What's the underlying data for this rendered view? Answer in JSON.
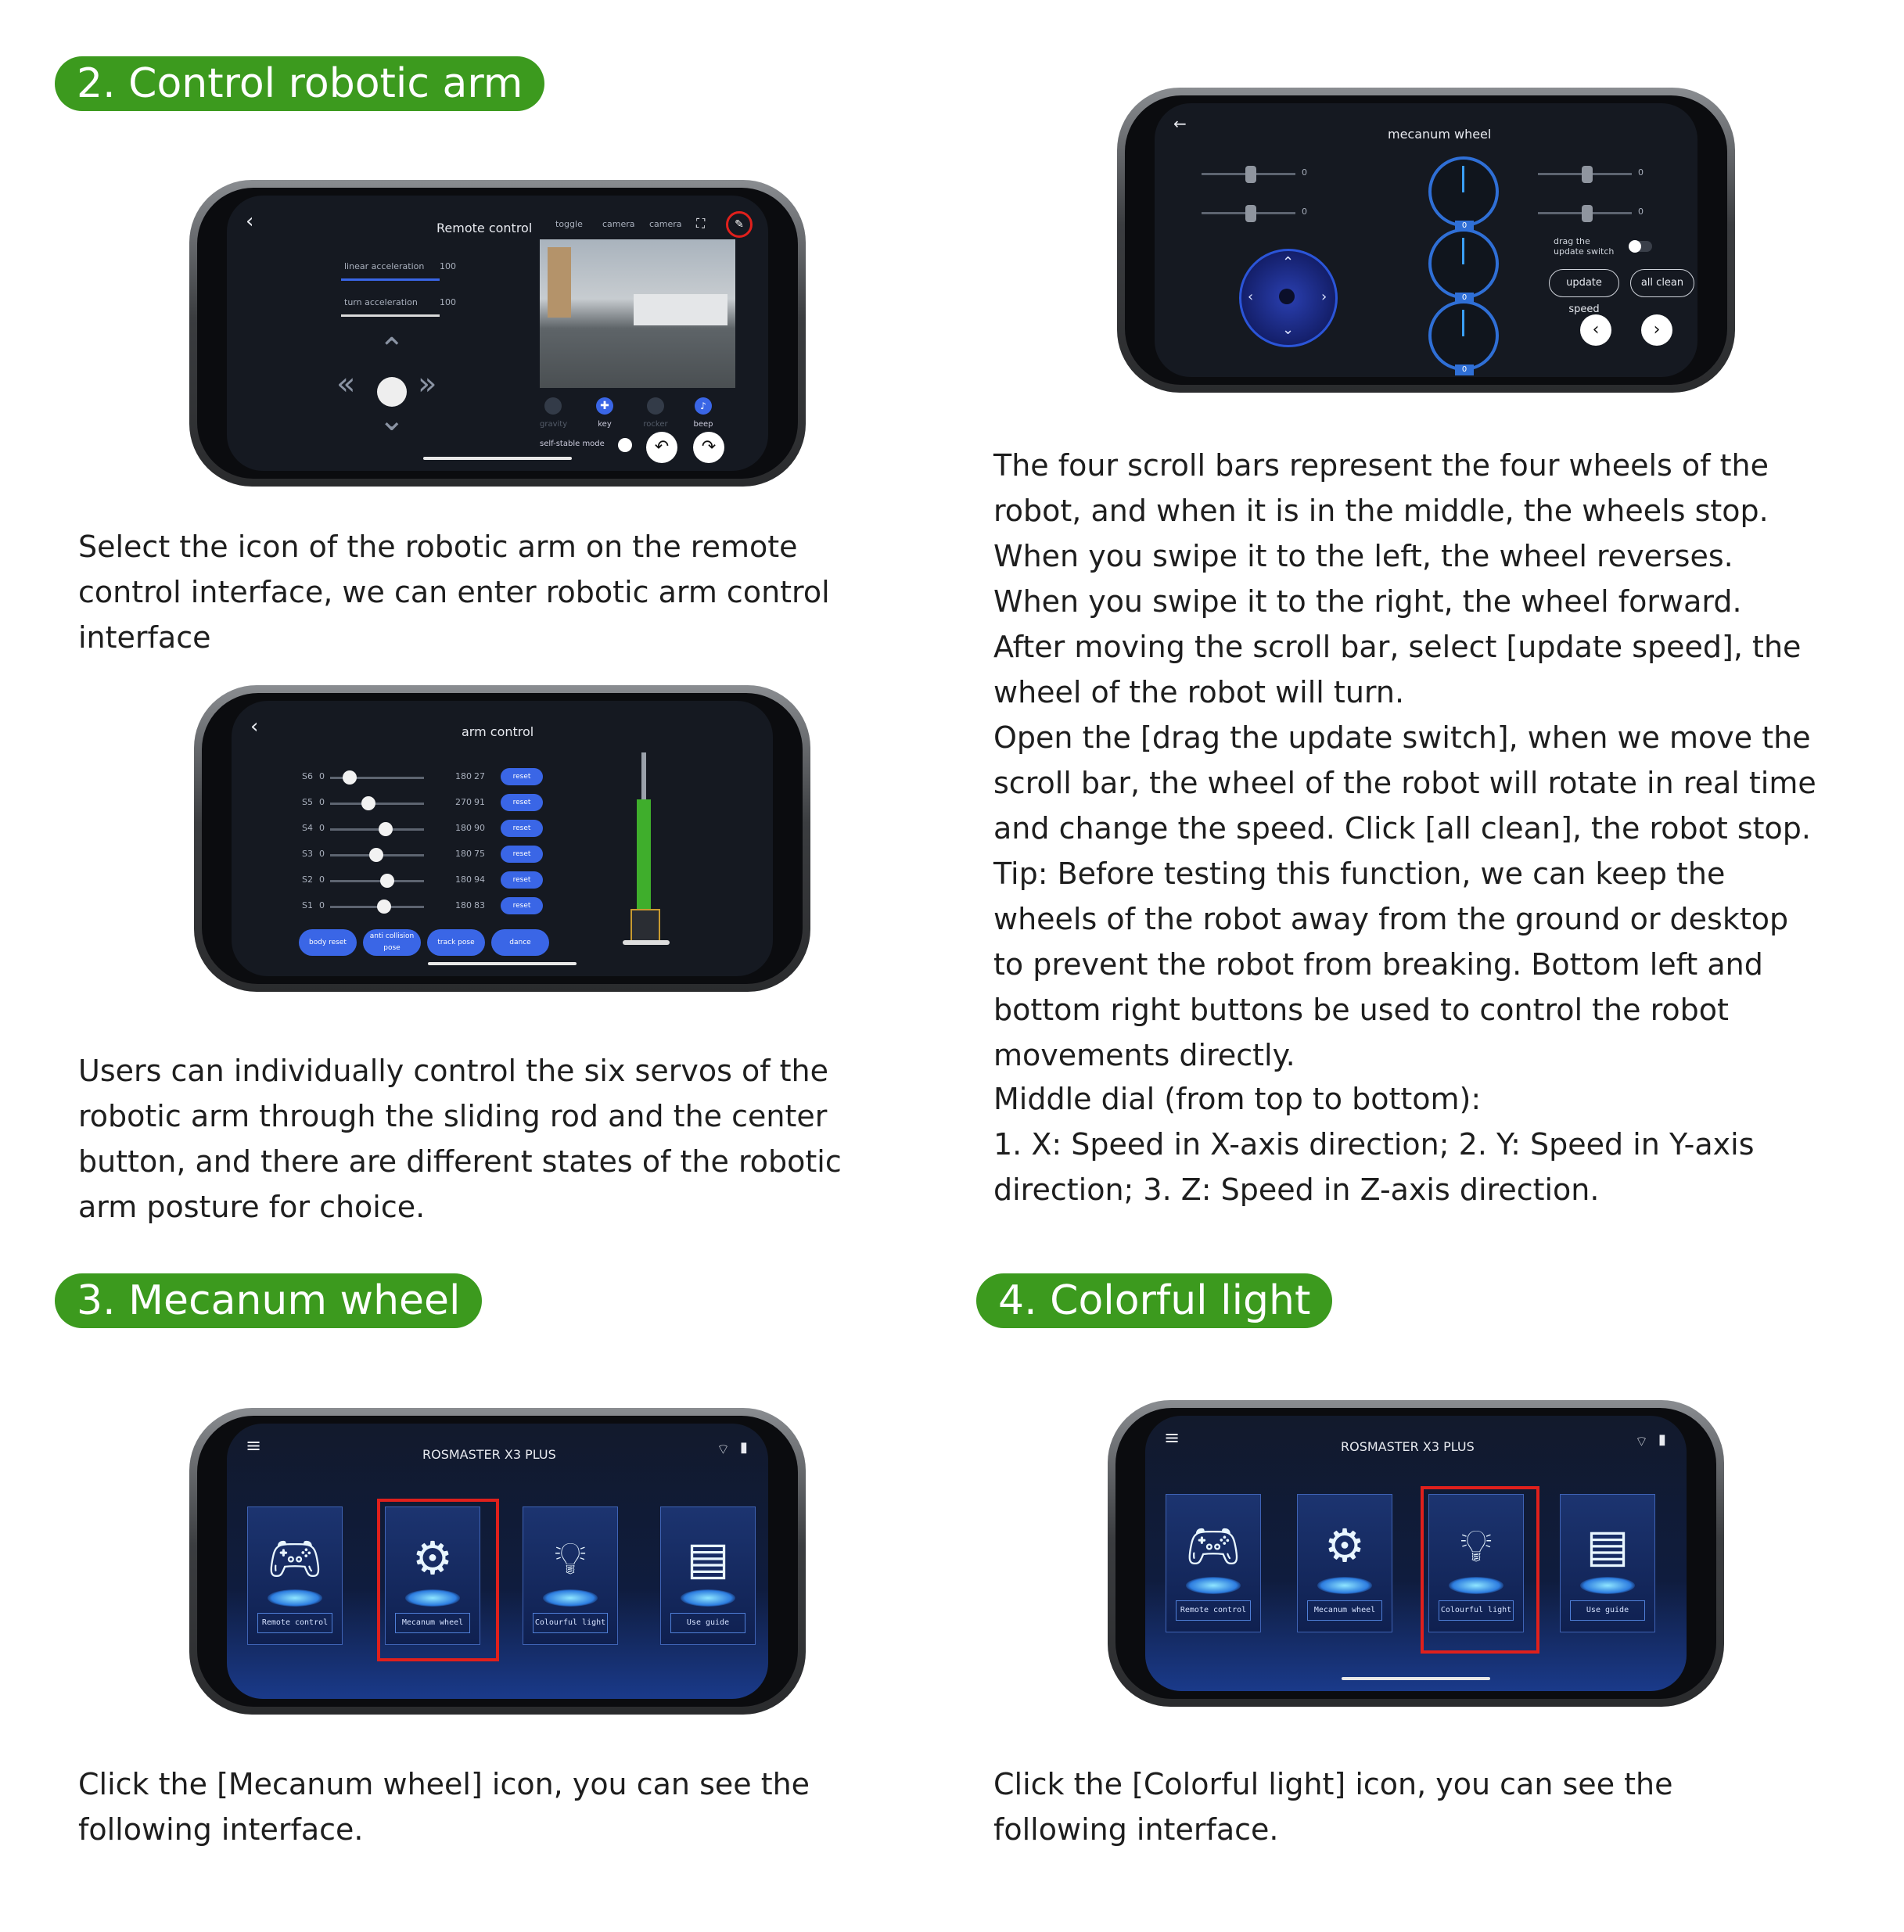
{
  "sections": {
    "arm": {
      "heading": "2. Control robotic arm",
      "para1": "Select the icon of the robotic arm on the remote control interface, we can enter robotic arm control interface",
      "para2": "Users can individually control the six servos of the robotic arm through the sliding rod and the center button, and there are different states of the robotic arm posture for choice."
    },
    "mecanum": {
      "heading": "3. Mecanum wheel",
      "para": "Click the [Mecanum wheel] icon, you can see the following interface.",
      "description": [
        "The four scroll bars represent the four wheels of the robot, and when it is in the middle, the wheels stop. When you swipe it to the left, the wheel reverses. When you swipe it to the right, the wheel forward.",
        "After moving the scroll bar, select [update speed], the wheel of the robot will turn.",
        "Open the [drag the update switch], when we move the scroll bar, the wheel of the robot will rotate in real time and change the speed. Click [all clean], the robot stop.",
        "Tip: Before testing this function, we can keep the wheels of the robot away from the ground or desktop to prevent the robot from breaking. Bottom left and bottom right buttons be used to control the robot movements directly."
      ],
      "dial_heading": "Middle dial (from top to bottom):",
      "dial_text": "1. X: Speed in X-axis direction; 2. Y: Speed in Y-axis direction; 3. Z: Speed in Z-axis direction."
    },
    "light": {
      "heading": "4. Colorful light",
      "para": "Click the [Colorful light] icon, you can see the following interface."
    }
  },
  "screens": {
    "remote": {
      "title": "Remote control",
      "linear": "linear acceleration",
      "linear_val": "100",
      "turn": "turn acceleration",
      "turn_val": "100",
      "toggle": "toggle",
      "camera1": "camera",
      "camera2": "camera",
      "modes": [
        "gravity",
        "key",
        "rocker",
        "beep"
      ],
      "self_stable": "self-stable mode"
    },
    "arm": {
      "title": "arm control",
      "servos": [
        {
          "name": "S6",
          "min": "0",
          "max": "180",
          "val": "27"
        },
        {
          "name": "S5",
          "min": "0",
          "max": "270",
          "val": "91"
        },
        {
          "name": "S4",
          "min": "0",
          "max": "180",
          "val": "90"
        },
        {
          "name": "S3",
          "min": "0",
          "max": "180",
          "val": "75"
        },
        {
          "name": "S2",
          "min": "0",
          "max": "180",
          "val": "94"
        },
        {
          "name": "S1",
          "min": "0",
          "max": "180",
          "val": "83"
        }
      ],
      "reset": "reset",
      "poses": [
        "body reset",
        "anti collision pose",
        "track pose",
        "dance"
      ]
    },
    "mecanum": {
      "title": "mecanum wheel",
      "slider_val": "0",
      "drag": "drag the update switch",
      "update": "update speed",
      "clean": "all clean",
      "dial_val": "0"
    },
    "home": {
      "title": "ROSMASTER X3 PLUS",
      "cards": [
        "Remote control",
        "Mecanum wheel",
        "Colourful light",
        "Use guide"
      ]
    }
  },
  "colors": {
    "accent": "#3c9a1e",
    "highlight": "#e0201c",
    "ui_blue": "#3a66e6"
  }
}
